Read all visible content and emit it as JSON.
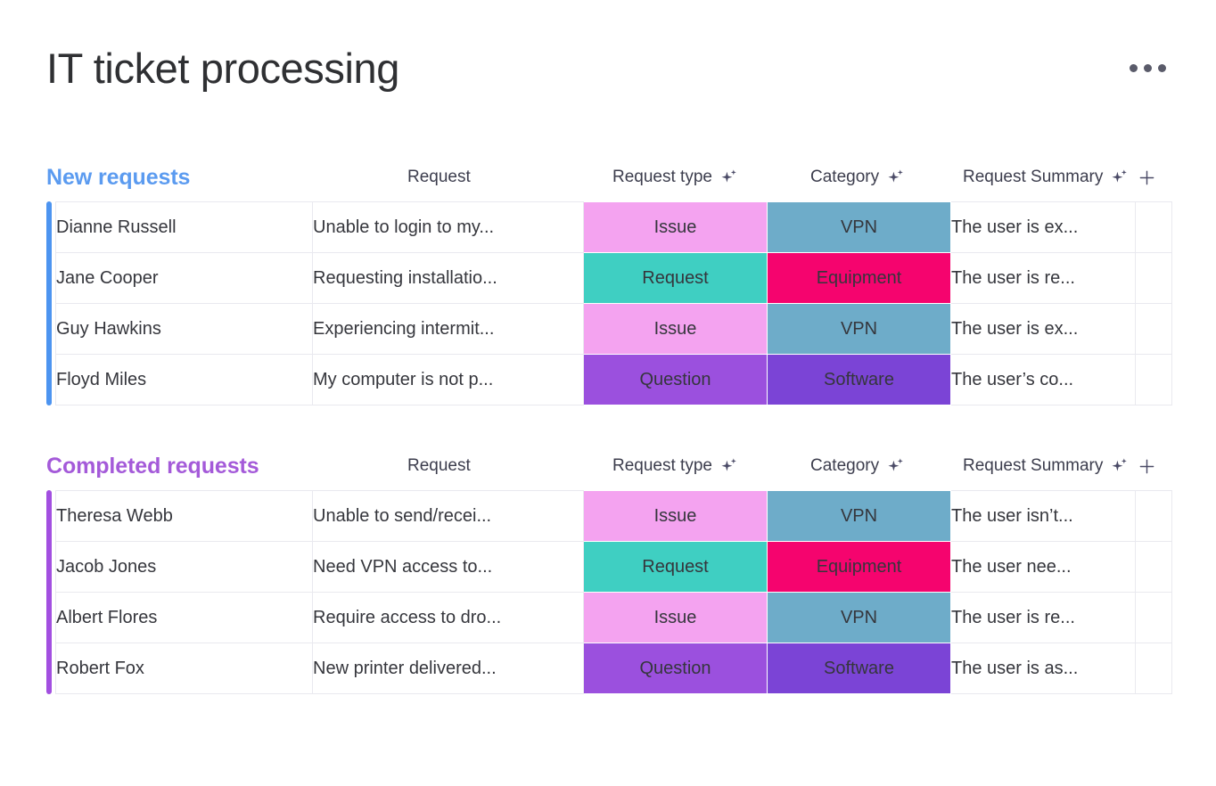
{
  "header": {
    "title": "IT ticket processing",
    "menu_icon": "kebab-menu-icon"
  },
  "columns": {
    "request": "Request",
    "request_type": "Request type",
    "category": "Category",
    "request_summary": "Request Summary",
    "ai_icon": "sparkle-icon",
    "add_icon": "plus-icon"
  },
  "colors": {
    "section_new": "#5b9bf0",
    "section_completed": "#a45ad9",
    "accent_new": "#4d94f0",
    "accent_completed": "#a24fe0",
    "issue": "#f4a3f0",
    "request": "#3fcfc2",
    "question": "#9b50de",
    "vpn": "#6eacc9",
    "equipment": "#f5046e",
    "software": "#7b44d6",
    "title_text": "#2f3033",
    "cell_text": "#35363c",
    "border": "#e9e9ef"
  },
  "sections": [
    {
      "title": "New requests",
      "rows": [
        {
          "name": "Dianne Russell",
          "request": "Unable to login to my...",
          "type": "Issue",
          "type_color": "#f4a3f0",
          "category": "VPN",
          "category_color": "#6eacc9",
          "summary": "The user is ex..."
        },
        {
          "name": "Jane Cooper",
          "request": "Requesting installatio...",
          "type": "Request",
          "type_color": "#3fcfc2",
          "category": "Equipment",
          "category_color": "#f5046e",
          "summary": "The user is re..."
        },
        {
          "name": "Guy Hawkins",
          "request": "Experiencing intermit...",
          "type": "Issue",
          "type_color": "#f4a3f0",
          "category": "VPN",
          "category_color": "#6eacc9",
          "summary": "The user is ex..."
        },
        {
          "name": "Floyd Miles",
          "request": "My computer is not p...",
          "type": "Question",
          "type_color": "#9b50de",
          "category": "Software",
          "category_color": "#7b44d6",
          "summary": "The user’s co..."
        }
      ]
    },
    {
      "title": "Completed requests",
      "rows": [
        {
          "name": "Theresa Webb",
          "request": "Unable to send/recei...",
          "type": "Issue",
          "type_color": "#f4a3f0",
          "category": "VPN",
          "category_color": "#6eacc9",
          "summary": "The user isn’t..."
        },
        {
          "name": "Jacob Jones",
          "request": "Need VPN access to...",
          "type": "Request",
          "type_color": "#3fcfc2",
          "category": "Equipment",
          "category_color": "#f5046e",
          "summary": "The user nee..."
        },
        {
          "name": "Albert Flores",
          "request": "Require access to dro...",
          "type": "Issue",
          "type_color": "#f4a3f0",
          "category": "VPN",
          "category_color": "#6eacc9",
          "summary": "The user is re..."
        },
        {
          "name": "Robert Fox",
          "request": "New printer delivered...",
          "type": "Question",
          "type_color": "#9b50de",
          "category": "Software",
          "category_color": "#7b44d6",
          "summary": "The user is as..."
        }
      ]
    }
  ]
}
